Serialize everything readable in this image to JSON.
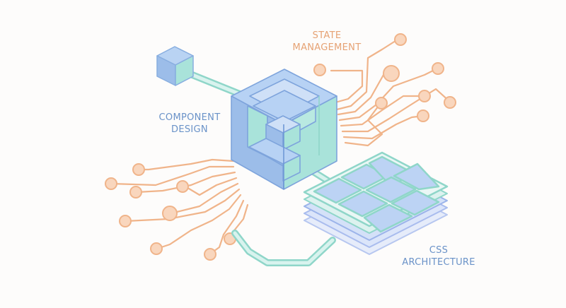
{
  "labels": {
    "state": [
      "STATE",
      "MANAGEMENT"
    ],
    "component": [
      "COMPONENT",
      "DESIGN"
    ],
    "css": [
      "CSS",
      "ARCHITECTURE"
    ]
  },
  "colors": {
    "orange": "#f0b48a",
    "orange_fill": "#f9d6bd",
    "blue_label": "#6a92c8",
    "orange_label": "#e6a274",
    "teal": "#a9e3da",
    "blue": "#9cbde9"
  },
  "icons": [
    "small-cube-icon",
    "component-cube-icon",
    "css-layer-grid-icon"
  ]
}
